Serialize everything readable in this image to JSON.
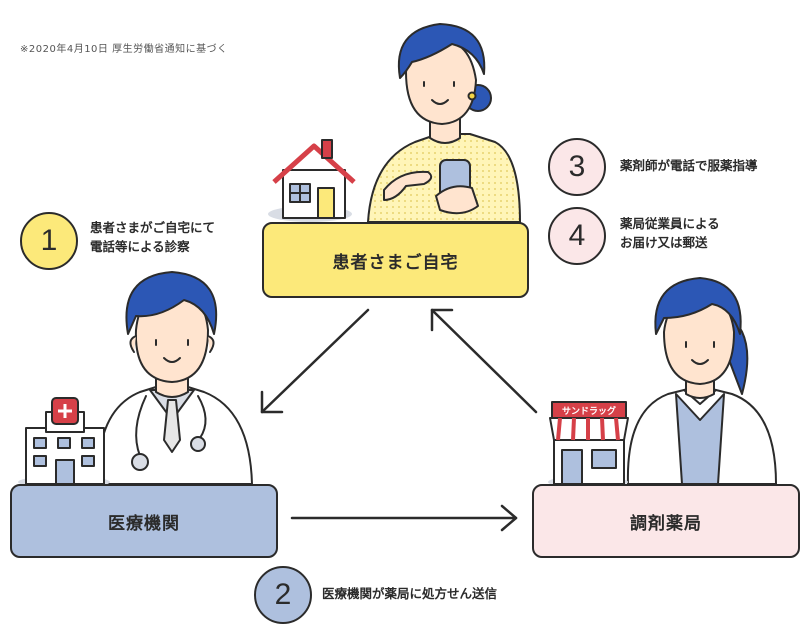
{
  "footnote": "※2020年4月10日 厚生労働省通知に基づく",
  "nodes": {
    "home": "患者さまご自宅",
    "clinic": "医療機関",
    "pharmacy": "調剤薬局"
  },
  "pharmacy_sign": "サンドラッグ",
  "steps": [
    {
      "number": "1",
      "lines": [
        "患者さまがご自宅にて",
        "電話等による診察"
      ],
      "color": "#fce97a"
    },
    {
      "number": "2",
      "lines": [
        "医療機関が薬局に処方せん送信"
      ],
      "color": "#aec0de"
    },
    {
      "number": "3",
      "lines": [
        "薬剤師が電話で服薬指導"
      ],
      "color": "#fbe7e8"
    },
    {
      "number": "4",
      "lines": [
        "薬局従業員による",
        "お届け又は郵送"
      ],
      "color": "#fbe7e8"
    }
  ],
  "colors": {
    "yellow": "#fce97a",
    "blue": "#aec0de",
    "pink": "#fbe7e8",
    "hair": "#2c57b5",
    "skin": "#ffe4cf",
    "line": "#2b2b2b"
  }
}
